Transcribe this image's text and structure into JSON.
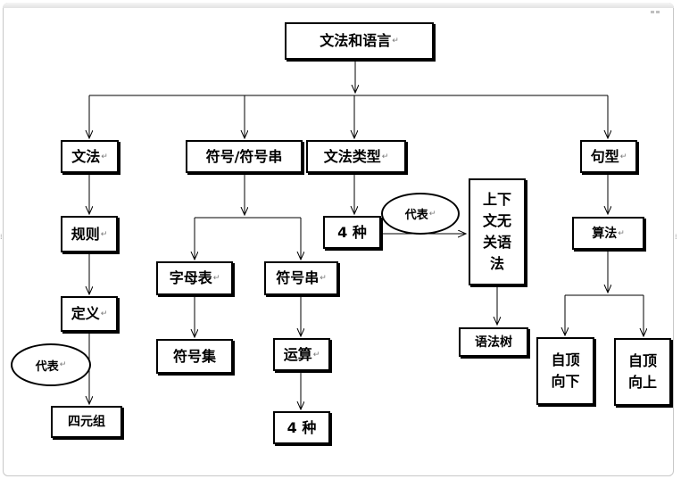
{
  "diagram": {
    "paragraph_mark": "↵",
    "root": "文法和语言",
    "level1": {
      "grammar": "文法",
      "symbol_string": "符号/符号串",
      "grammar_type": "文法类型",
      "sentence_form": "句型"
    },
    "grammar_branch": {
      "rule": "规则",
      "definition": "定义",
      "represent": "代表",
      "quadruple": "四元组"
    },
    "symbol_branch": {
      "alphabet": "字母表",
      "symbol_set": "符号集",
      "string": "符号串",
      "operation": "运算",
      "four_kinds": "4 种"
    },
    "type_branch": {
      "four_kinds": "4 种",
      "represent": "代表",
      "cfg_lines": [
        "上下",
        "文无",
        "关语",
        "法"
      ],
      "parse_tree": "语法树"
    },
    "sentence_branch": {
      "algorithm": "算法",
      "top_down_lines": [
        "自顶",
        "向下"
      ],
      "bottom_up_lines": [
        "自顶",
        "向上"
      ]
    }
  }
}
